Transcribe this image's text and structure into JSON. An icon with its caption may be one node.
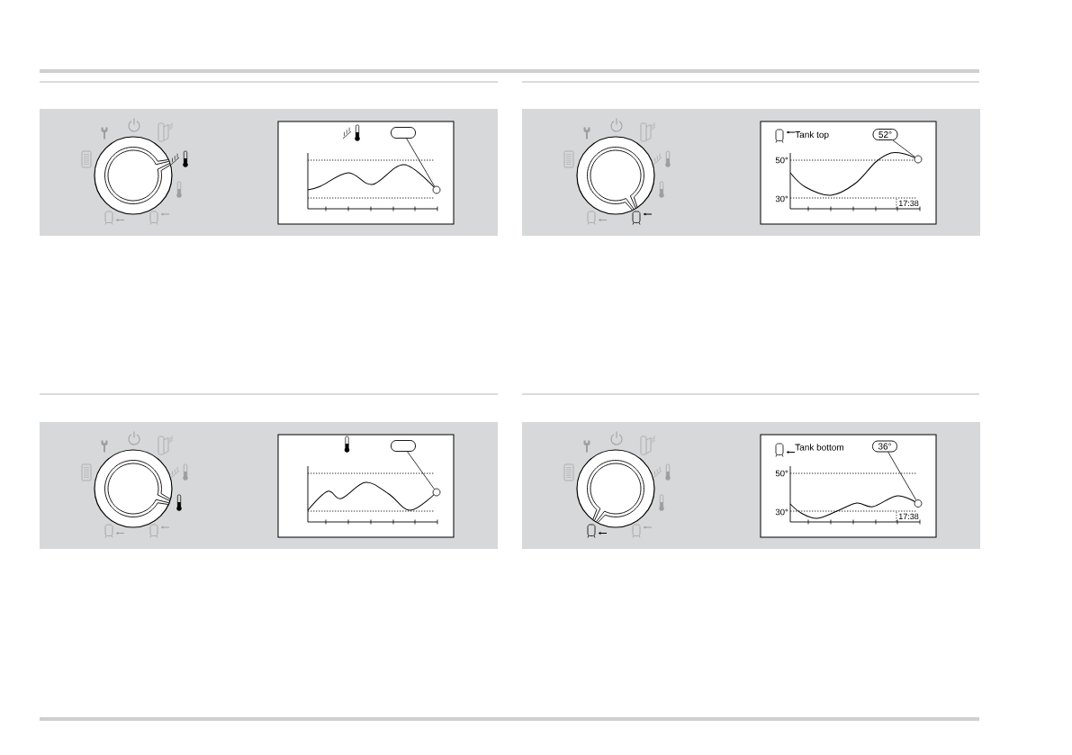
{
  "diagram": {
    "nodes": [
      {
        "text": [],
        "shape": "box"
      },
      {
        "text": [],
        "shape": "circle"
      },
      {
        "text": [
          "52°"
        ]
      },
      {
        "text": [],
        "shape": "circle"
      },
      {
        "text": [],
        "shape": "box"
      },
      {
        "text": [],
        "shape": "circle"
      },
      {
        "text": [
          "36°"
        ]
      },
      {
        "text": [],
        "shape": "circle"
      }
    ],
    "edges": [
      {
        "from": 0,
        "to": 1,
        "arrow": "none"
      },
      {
        "from": 2,
        "to": 3,
        "arrow": "none"
      },
      {
        "from": 4,
        "to": 5,
        "arrow": "none"
      },
      {
        "from": 6,
        "to": 7,
        "arrow": "none"
      }
    ],
    "labels": [
      "Tank top",
      "50°",
      "30°",
      "17:38",
      "Tank bottom",
      "50°",
      "30°",
      "17:38"
    ]
  }
}
